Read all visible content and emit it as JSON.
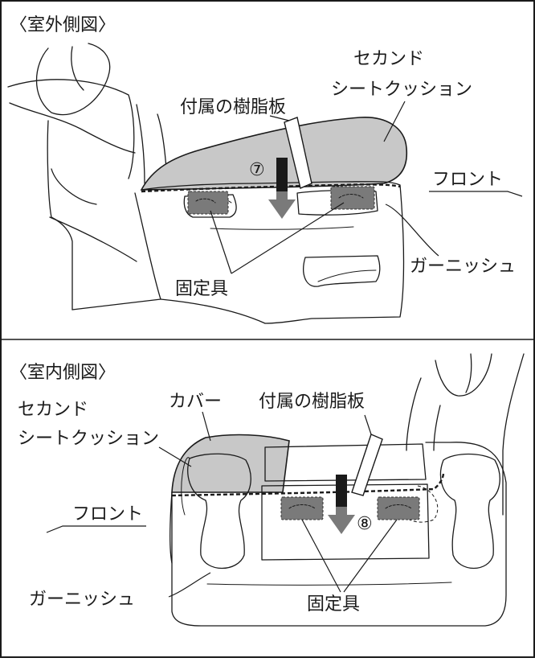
{
  "top_view": {
    "title": "〈室外側図〉",
    "labels": {
      "second_cushion_line1": "セカンド",
      "second_cushion_line2": "シートクッション",
      "resin_plate": "付属の樹脂板",
      "front": "フロント",
      "garnish": "ガーニッシュ",
      "fastener": "固定具"
    },
    "step": "⑦"
  },
  "bottom_view": {
    "title": "〈室内側図〉",
    "labels": {
      "second_cushion_line1": "セカンド",
      "second_cushion_line2": "シートクッション",
      "cover": "カバー",
      "resin_plate": "付属の樹脂板",
      "front": "フロント",
      "garnish": "ガーニッシュ",
      "fastener": "固定具"
    },
    "step": "⑧"
  },
  "colors": {
    "line": "#1a1a1a",
    "cushion": "#c8c8c8",
    "arrow": "#7a7a7a",
    "fastener": "#7a7a7a"
  }
}
